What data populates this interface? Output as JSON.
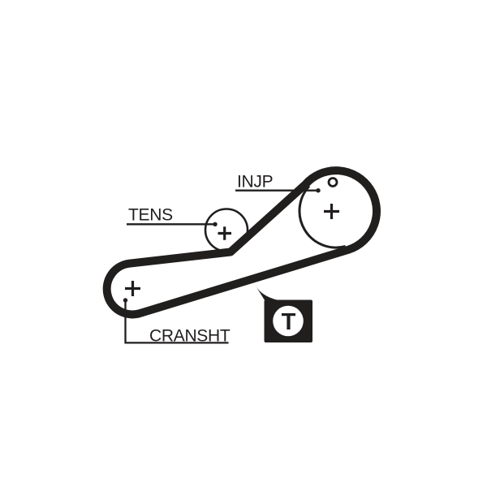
{
  "diagram": {
    "type": "timing-belt-routing",
    "labels": {
      "injection_pump": "INJP",
      "tensioner": "TENS",
      "crankshaft": "CRANSHT"
    },
    "badge": {
      "letter": "T"
    },
    "colors": {
      "line": "#211e1e",
      "background": "#ffffff"
    },
    "pulleys": [
      {
        "id": "crankshaft",
        "label": "CRANSHT",
        "marks": [
          "center-cross",
          "timing-dot-leader"
        ]
      },
      {
        "id": "tensioner",
        "label": "TENS",
        "marks": [
          "center-cross",
          "leader-dot"
        ]
      },
      {
        "id": "injection-pump",
        "label": "INJP",
        "marks": [
          "center-cross",
          "timing-hole",
          "leader-dot"
        ]
      }
    ]
  }
}
